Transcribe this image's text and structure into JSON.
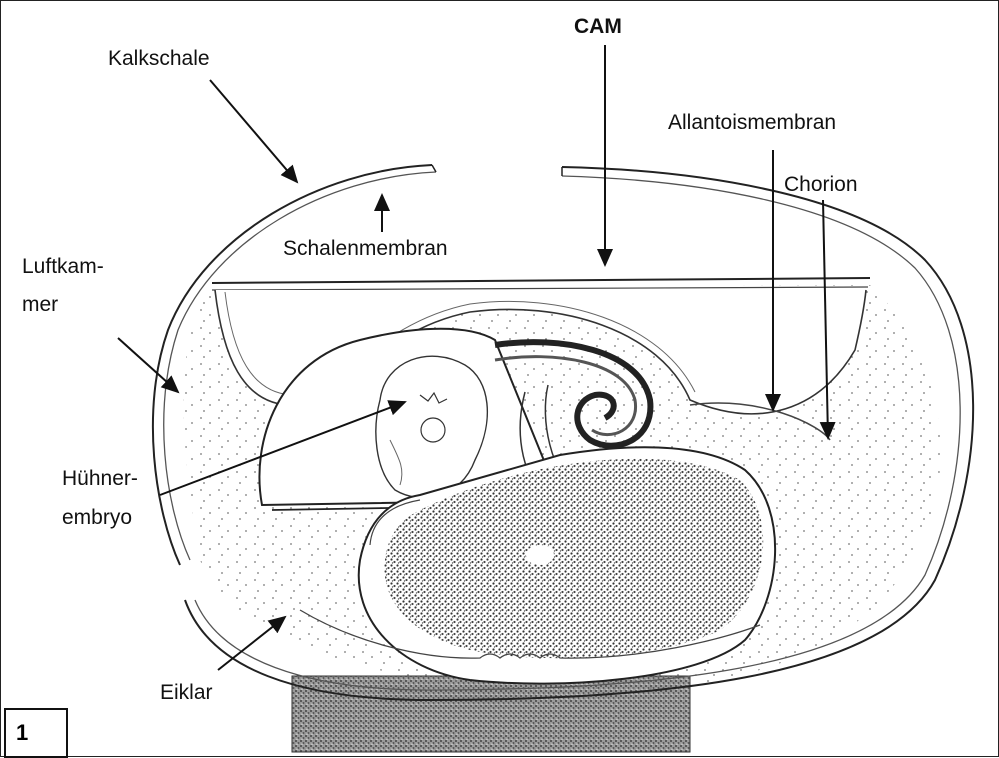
{
  "labels": {
    "cam": "CAM",
    "kalkschale": "Kalkschale",
    "allantoismembran": "Allantoismembran",
    "chorion": "Chorion",
    "schalenmembran": "Schalenmembran",
    "luftkammer_1": "Luftkam-",
    "luftkammer_2": "mer",
    "huehnerembryo_1": "Hühner-",
    "huehnerembryo_2": "embryo",
    "eiklar": "Eiklar"
  },
  "figure_number": "1"
}
